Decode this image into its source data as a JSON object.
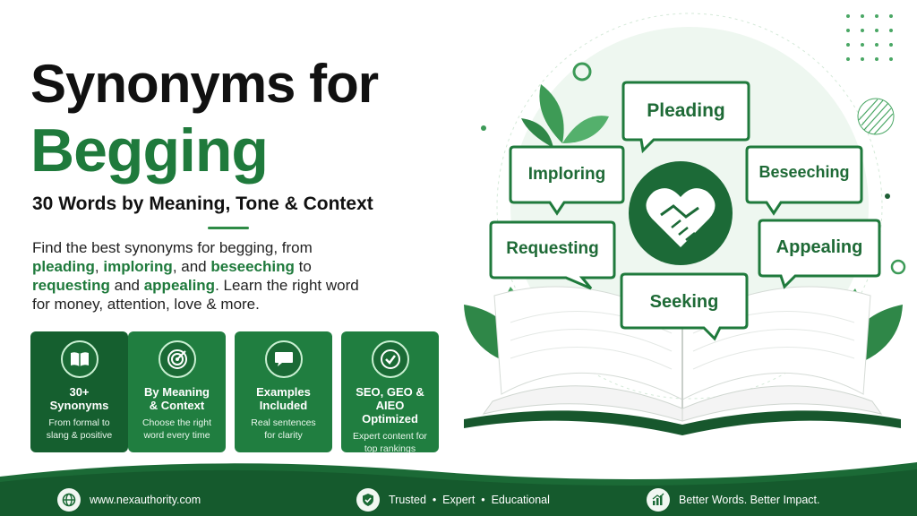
{
  "header": {
    "title_line1": "Synonyms for",
    "title_line2": "Begging",
    "subtitle": "30 Words by Meaning, Tone & Context"
  },
  "description": {
    "t1": "Find the best synonyms for begging, from",
    "w1": "pleading",
    "sep1": ", ",
    "w2": "imploring",
    "sep2": ", and ",
    "w3": "beseeching",
    "t2": " to",
    "w4": "requesting",
    "t3": " and ",
    "w5": "appealing",
    "t4": ". Learn the right word for money, attention, love & more."
  },
  "cards": [
    {
      "title": "30+ Synonyms",
      "sub": "From formal to slang & positive",
      "icon": "book-icon"
    },
    {
      "title": "By Meaning & Context",
      "sub": "Choose the right word every time",
      "icon": "target-icon"
    },
    {
      "title": "Examples Included",
      "sub": "Real sentences for clarity",
      "icon": "chat-icon"
    },
    {
      "title": "SEO, GEO & AIEO Optimized",
      "sub": "Expert content for top rankings",
      "icon": "checkmark-icon"
    }
  ],
  "bubbles": {
    "pleading": "Pleading",
    "imploring": "Imploring",
    "beseeching": "Beseeching",
    "requesting": "Requesting",
    "appealing": "Appealing",
    "seeking": "Seeking"
  },
  "footer": {
    "website": "www.nexauthority.com",
    "trust": "Trusted  •  Expert  •  Educational",
    "tagline": "Better Words. Better Impact."
  },
  "colors": {
    "brand_green": "#1f7a3c",
    "dark_green": "#155f2f",
    "light_green": "#e8f5ea"
  }
}
